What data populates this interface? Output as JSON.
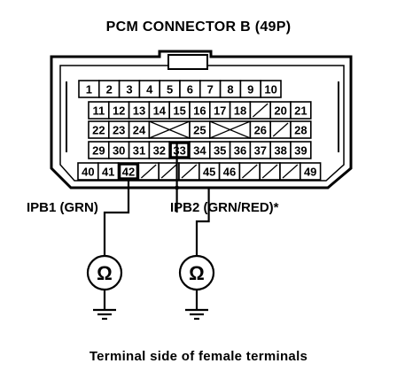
{
  "title": "PCM CONNECTOR B (49P)",
  "caption": "Terminal side of female terminals",
  "probe_labels": {
    "left": "IPB1 (GRN)",
    "right": "IPB2 (GRN/RED)*"
  },
  "meter_symbol": "Ω",
  "connector": {
    "rows": [
      [
        "1",
        "2",
        "3",
        "4",
        "5",
        "6",
        "7",
        "8",
        "9",
        "10"
      ],
      [
        "11",
        "12",
        "13",
        "14",
        "15",
        "16",
        "17",
        "18",
        "",
        "20",
        "21"
      ],
      [
        "22",
        "23",
        "24",
        "",
        "",
        "25",
        "",
        "",
        "26",
        "",
        "28"
      ],
      [
        "29",
        "30",
        "31",
        "32",
        "33",
        "34",
        "35",
        "36",
        "37",
        "38",
        "39"
      ],
      [
        "40",
        "41",
        "42",
        "",
        "",
        "",
        "45",
        "46",
        "",
        "",
        "",
        "49"
      ]
    ],
    "crossed_cells": [
      {
        "row": 2,
        "col": 3,
        "span": 2
      },
      {
        "row": 2,
        "col": 6,
        "span": 2
      }
    ],
    "slashed_cells": [
      {
        "row": 1,
        "col": 8
      },
      {
        "row": 2,
        "col": 9
      },
      {
        "row": 4,
        "col": 3
      },
      {
        "row": 4,
        "col": 4
      },
      {
        "row": 4,
        "col": 5
      },
      {
        "row": 4,
        "col": 8
      },
      {
        "row": 4,
        "col": 9
      },
      {
        "row": 4,
        "col": 10
      }
    ],
    "probed_terminals": [
      "42",
      "33"
    ]
  },
  "colors": {
    "ink": "#000000",
    "paper": "#ffffff"
  }
}
